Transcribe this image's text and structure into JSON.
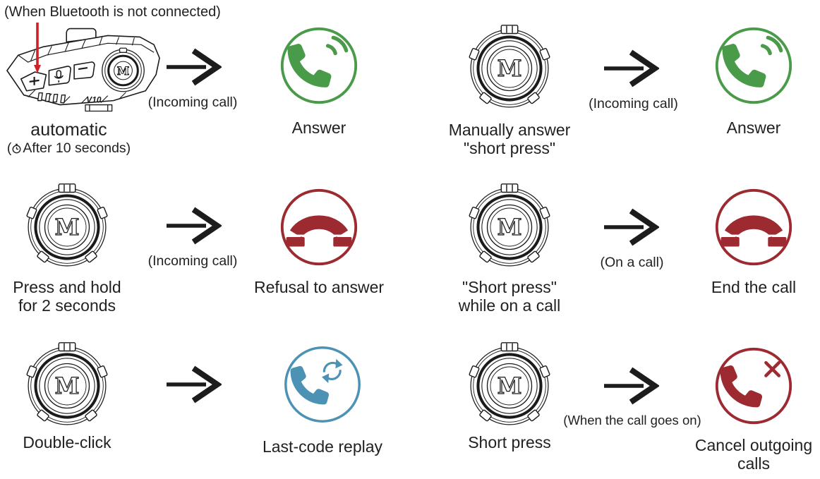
{
  "colors": {
    "green": "#4a9b49",
    "red": "#9c2a30",
    "blue": "#4c92b4",
    "ink": "#232021",
    "pointer": "#ce2127"
  },
  "device": {
    "bluetooth_note": "(When Bluetooth is not connected)",
    "model_label": "V10",
    "plus_button": "+",
    "minus_button": "−",
    "m_logo": "M"
  },
  "cells": [
    {
      "trigger_lines": [
        "automatic"
      ],
      "sub_open": "(",
      "sub_text": "After 10 seconds)",
      "arrow_caption": "(Incoming call)",
      "result_icon": "answer-phone",
      "result_lines": [
        "Answer"
      ]
    },
    {
      "trigger_lines": [
        "Manually answer",
        "\"short press\""
      ],
      "arrow_caption": "(Incoming call)",
      "result_icon": "answer-phone",
      "result_lines": [
        "Answer"
      ]
    },
    {
      "trigger_lines": [
        "Press and hold",
        "for 2 seconds"
      ],
      "arrow_caption": "(Incoming call)",
      "result_icon": "hang-up",
      "result_lines": [
        "Refusal to answer"
      ]
    },
    {
      "trigger_lines": [
        "\"Short press\"",
        "while on a call"
      ],
      "arrow_caption": "(On a call)",
      "result_icon": "hang-up",
      "result_lines": [
        "End the call"
      ]
    },
    {
      "trigger_lines": [
        "Double-click"
      ],
      "arrow_caption": "",
      "result_icon": "redial-phone",
      "result_lines": [
        "Last-code replay"
      ]
    },
    {
      "trigger_lines": [
        "Short press"
      ],
      "arrow_caption": "(When the call goes on)",
      "result_icon": "cancel-call",
      "result_lines": [
        "Cancel outgoing",
        "calls"
      ]
    }
  ]
}
